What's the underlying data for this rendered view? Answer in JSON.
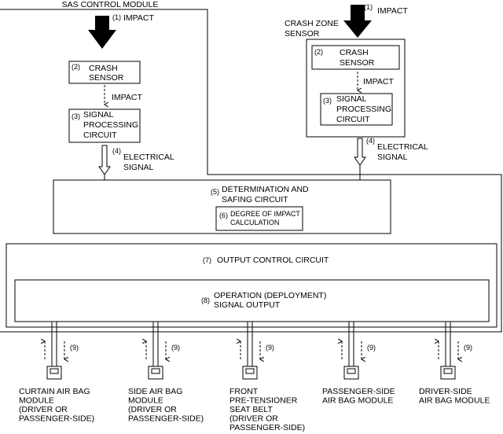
{
  "module_title": "SAS CONTROL MODULE",
  "crash_zone": [
    "CRASH ZONE",
    "SENSOR"
  ],
  "impact_label": "IMPACT",
  "electrical_label": [
    "ELECTRICAL",
    "SIGNAL"
  ],
  "crash_sensor": [
    "CRASH",
    "SENSOR"
  ],
  "signal_processing": [
    "SIGNAL",
    "PROCESSING",
    "CIRCUIT"
  ],
  "determination": [
    "DETERMINATION AND",
    "SAFING CIRCUIT"
  ],
  "degree_impact": [
    "DEGREE OF IMPACT",
    "CALCULATION"
  ],
  "output_control": "OUTPUT CONTROL CIRCUIT",
  "operation_signal": [
    "OPERATION (DEPLOYMENT)",
    "SIGNAL OUTPUT"
  ],
  "numbers": {
    "n1": "(1)",
    "n2": "(2)",
    "n3": "(3)",
    "n4": "(4)",
    "n5": "(5)",
    "n6": "(6)",
    "n7": "(7)",
    "n8": "(8)",
    "n9": "(9)"
  },
  "outputs": [
    {
      "label": [
        "CURTAIN AIR BAG",
        "MODULE",
        "(DRIVER OR",
        "PASSENGER-SIDE)"
      ]
    },
    {
      "label": [
        "SIDE AIR BAG",
        "MODULE",
        "(DRIVER OR",
        "PASSENGER-SIDE)"
      ]
    },
    {
      "label": [
        "FRONT",
        "PRE-TENSIONER",
        "SEAT BELT",
        "(DRIVER OR",
        "PASSENGER-SIDE)"
      ]
    },
    {
      "label": [
        "PASSENGER-SIDE",
        "AIR BAG MODULE"
      ]
    },
    {
      "label": [
        "DRIVER-SIDE",
        "AIR BAG MODULE"
      ]
    }
  ]
}
